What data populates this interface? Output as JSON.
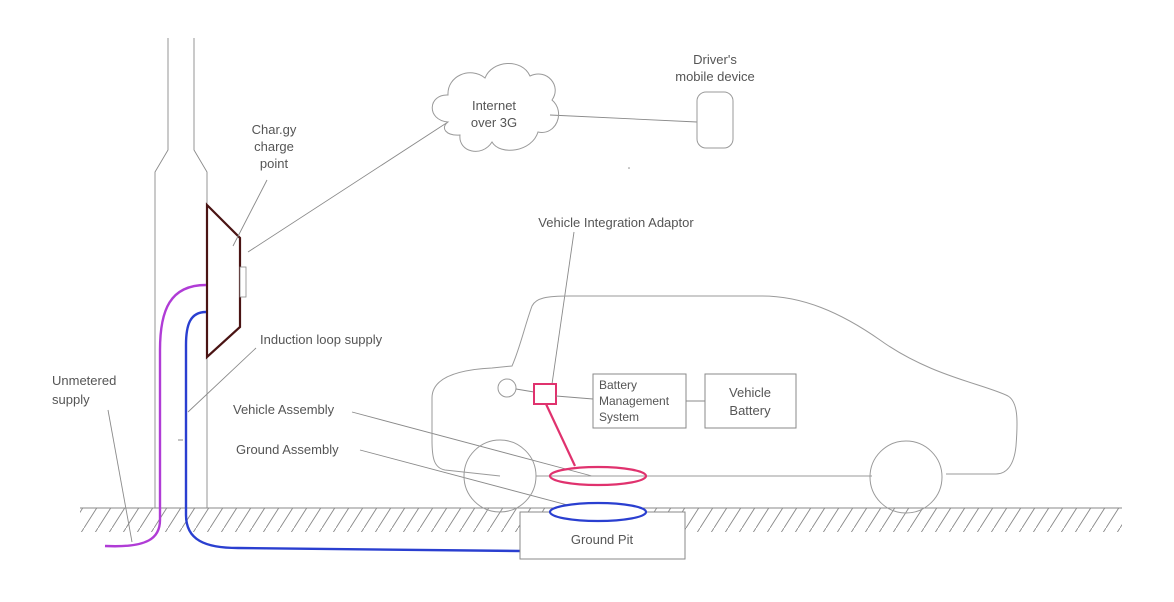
{
  "labels": {
    "charge_point": [
      "Char.gy",
      "charge",
      "point"
    ],
    "internet": [
      "Internet",
      "over 3G"
    ],
    "mobile": [
      "Driver's",
      "mobile device"
    ],
    "via": "Vehicle Integration Adaptor",
    "induction_supply": "Induction loop supply",
    "unmetered": [
      "Unmetered",
      "supply"
    ],
    "vehicle_assembly": "Vehicle Assembly",
    "ground_assembly": "Ground Assembly",
    "bms": [
      "Battery",
      "Management",
      "System"
    ],
    "vehicle_battery": [
      "Vehicle",
      "Battery"
    ],
    "ground_pit": "Ground Pit"
  },
  "colors": {
    "charge_point": "#4a1414",
    "unmetered_cable": "#b03cd6",
    "induction_cable": "#2a3fd0",
    "vehicle_assembly": "#e0326e",
    "ground_assembly": "#2a3fd0",
    "lines": "#8a8a8a"
  },
  "icons": {
    "cloud": "cloud-icon",
    "mobile": "mobile-device-icon"
  }
}
